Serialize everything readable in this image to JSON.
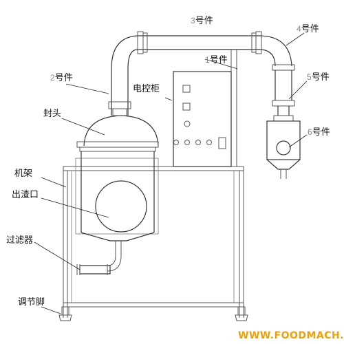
{
  "labels": {
    "part3_num": "3",
    "part3_text": "号件",
    "part4_num": "4",
    "part4_text": "号件",
    "part1_num": "1",
    "part1_text": "号件",
    "part2_num": "2",
    "part2_text": "号件",
    "part5_num": "5",
    "part5_text": "号件",
    "part6_num": "6",
    "part6_text": "号件",
    "control_cabinet": "电控柜",
    "head": "封头",
    "frame": "机架",
    "slag_outlet": "出渣口",
    "filter": "过滤器",
    "adjust_foot": "调节脚"
  },
  "watermark": "WWW.FOODMACH.CN"
}
